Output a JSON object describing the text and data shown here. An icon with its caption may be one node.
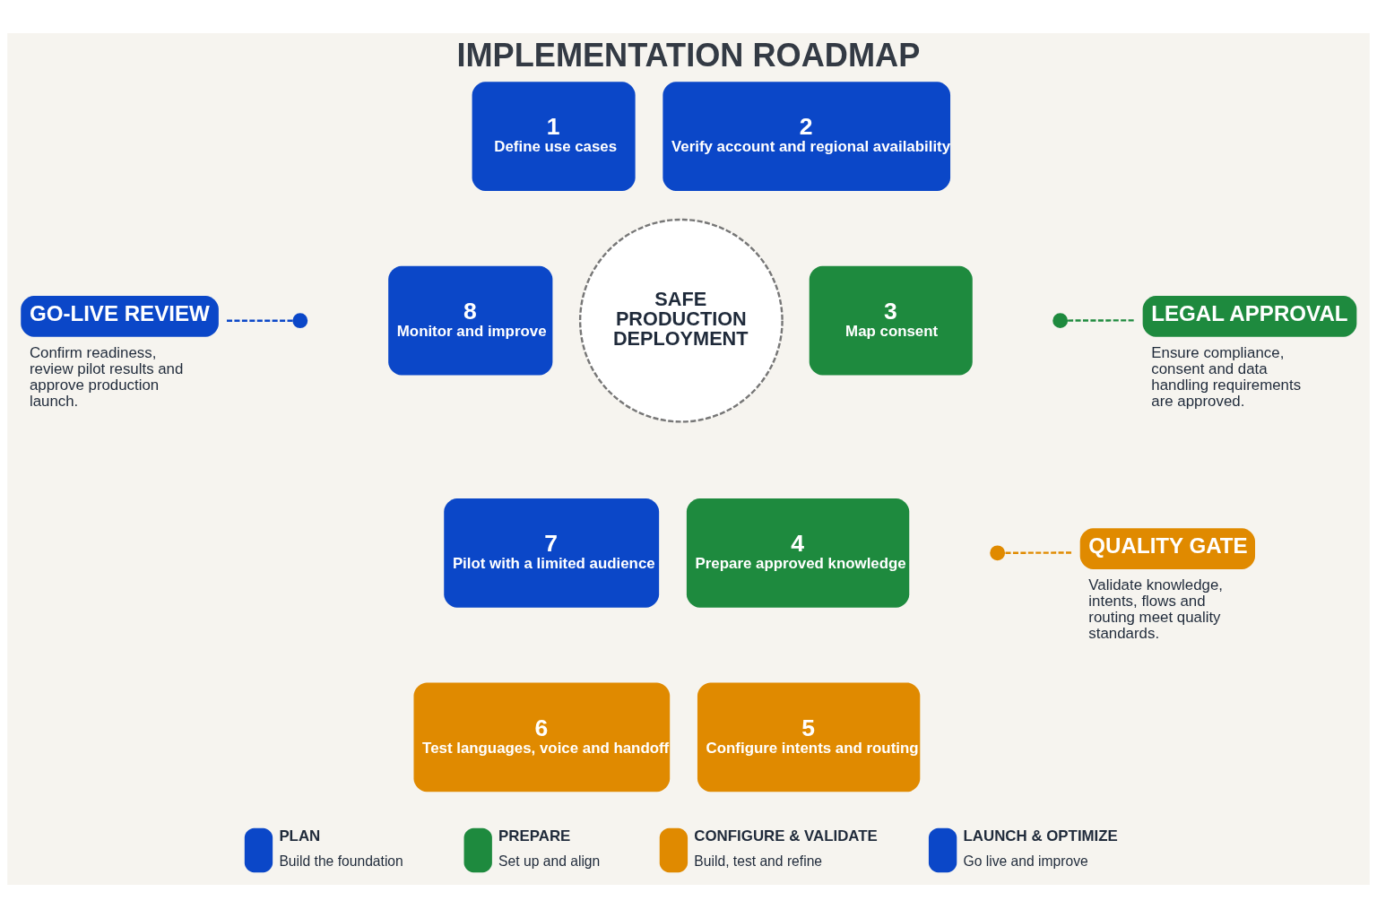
{
  "diagram": {
    "title": "IMPLEMENTATION ROADMAP",
    "nodes": [
      {
        "text": [
          "1",
          "Define use cases"
        ]
      },
      {
        "text": [
          "2",
          "Verify account and regional availability"
        ]
      },
      {
        "text": [
          "3",
          "Map consent"
        ]
      },
      {
        "text": [
          "4",
          "Prepare approved knowledge"
        ]
      },
      {
        "text": [
          "5",
          "Configure intents and routing"
        ]
      },
      {
        "text": [
          "6",
          "Test languages, voice and handoff"
        ]
      },
      {
        "text": [
          "7",
          "Pilot with a limited audience"
        ]
      },
      {
        "text": [
          "8",
          "Monitor and improve"
        ]
      },
      {
        "text": [
          "SAFE PRODUCTION DEPLOYMENT"
        ]
      },
      {
        "text": [
          "LEGAL APPROVAL"
        ],
        "beside": [
          "Ensure compliance, consent and data handling requirements are approved."
        ]
      },
      {
        "text": [
          "QUALITY GATE"
        ],
        "beside": [
          "Validate knowledge, intents, flows and routing meet quality standards."
        ]
      },
      {
        "text": [
          "GO-LIVE REVIEW"
        ],
        "beside": [
          "Confirm readiness, review pilot results and approve production launch."
        ]
      }
    ],
    "edges": [
      {
        "from": 9,
        "to": null,
        "arrow": "other",
        "style": "dashed",
        "color": "#1e8a3e"
      },
      {
        "from": 10,
        "to": null,
        "arrow": "other",
        "style": "dashed",
        "color": "#e08a00"
      },
      {
        "from": 11,
        "to": null,
        "arrow": "other",
        "style": "dashed",
        "color": "#0b47c8"
      }
    ],
    "labels": [
      "Build the foundation",
      "Set up and align",
      "Build, test and refine",
      "Go live and improve"
    ],
    "legend": [
      {
        "text": "PLAN",
        "color": "#0b47c8"
      },
      {
        "text": "PREPARE",
        "color": "#1e8a3e"
      },
      {
        "text": "CONFIGURE & VALIDATE",
        "color": "#e08a00"
      },
      {
        "text": "LAUNCH & OPTIMIZE",
        "color": "#0b47c8"
      }
    ]
  }
}
